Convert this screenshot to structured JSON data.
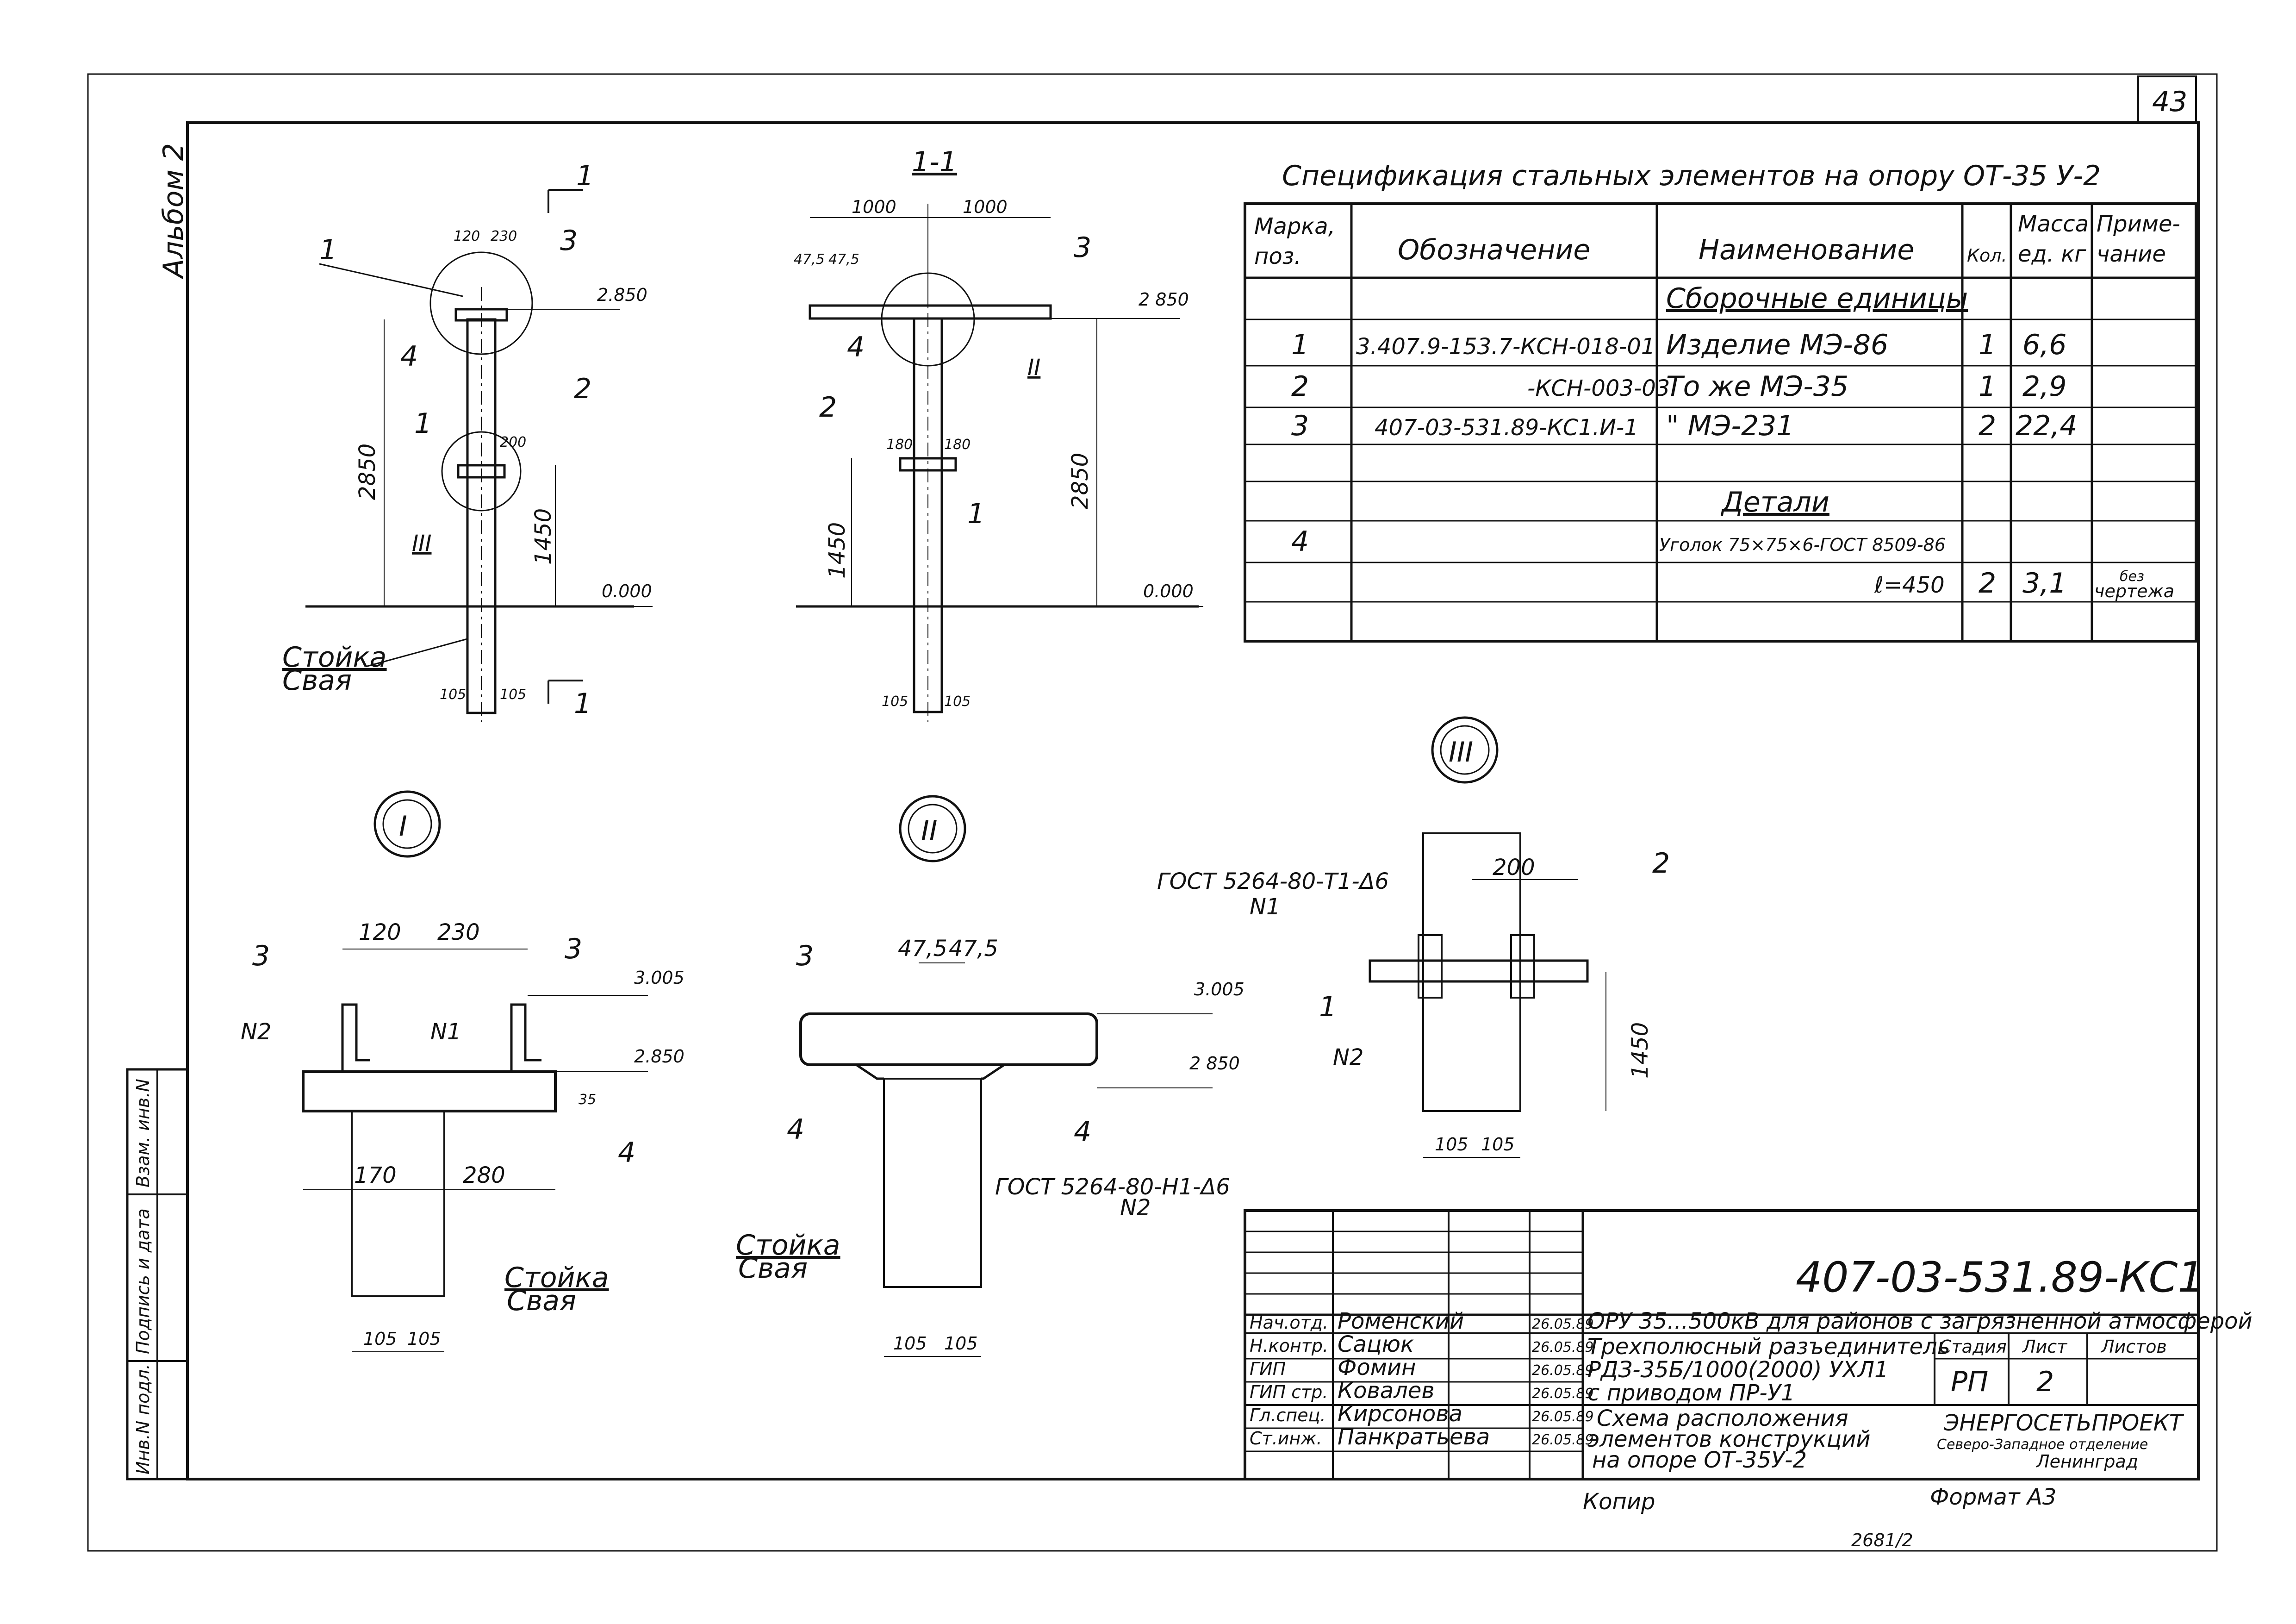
{
  "sheet_number": "43",
  "album": "Альбом 2",
  "bottom_note": "2681/2",
  "copy_label": "Копир",
  "format_label": "Формат A3",
  "left_stamp": [
    "Инв.N подл.",
    "Подпись и дата",
    "Взам. инв.N"
  ],
  "spec": {
    "title": "Спецификация стальных элементов на опору ОТ-35 У-2",
    "headers": {
      "mark1": "Марка,",
      "mark2": "поз.",
      "designation": "Обозначение",
      "name": "Наименование",
      "qty": "Кол.",
      "mass1": "Масса",
      "mass2": "ед. кг",
      "note1": "Приме-",
      "note2": "чание"
    },
    "section_assembly": "Сборочные единицы",
    "section_details": "Детали",
    "rows": [
      {
        "pos": "1",
        "designation": "3.407.9-153.7-КСН-018-01",
        "name": "Изделие   МЭ-86",
        "qty": "1",
        "mass": "6,6",
        "note": ""
      },
      {
        "pos": "2",
        "designation": "-КСН-003-03",
        "name": "То же     МЭ-35",
        "qty": "1",
        "mass": "2,9",
        "note": ""
      },
      {
        "pos": "3",
        "designation": "407-03-531.89-КС1.И-1",
        "name": "\"          МЭ-231",
        "qty": "2",
        "mass": "22,4",
        "note": ""
      },
      {
        "pos": "4",
        "designation": "",
        "name": "Уголок 75×75×6-ГОСТ 8509-86",
        "qty": "",
        "mass": "",
        "note": ""
      },
      {
        "pos": "",
        "designation": "",
        "name": "ℓ=450",
        "qty": "2",
        "mass": "3,1",
        "note1": "без",
        "note2": "чертежа"
      }
    ]
  },
  "views": {
    "cut_label": "1-1",
    "cut_mark": "1",
    "node1": "I",
    "node2": "II",
    "node3": "III",
    "post_label1": "Стойка",
    "post_label2": "Свая",
    "gost_weld_1": "ГОСТ 5264-80-Т1-Δ6",
    "gost_weld_1b": "N1",
    "gost_weld_2": "ГОСТ 5264-80-Н1-Δ6",
    "gost_weld_2b": "N2",
    "weld_n1": "N1",
    "weld_n2": "N2",
    "dims": {
      "d120": "120",
      "d230": "230",
      "d200": "200",
      "d2850": "2850",
      "d1450": "1450",
      "d105": "105",
      "d1000": "1000",
      "d47": "47,5",
      "d180": "180",
      "d170": "170",
      "d280": "280",
      "d35": "35",
      "e2850": "2.850",
      "e0": "0.000",
      "e3005": "3.005",
      "e2850b": "2 850"
    },
    "pos": {
      "p1": "1",
      "p2": "2",
      "p3": "3",
      "p4": "4"
    }
  },
  "title_block": {
    "code": "407-03-531.89-КС1",
    "project": "ОРУ 35...500кВ для районов с загрязненной атмосферой",
    "object1": "Трехполюсный разъединитель",
    "object2": "РДЗ-35Б/1000(2000) УХЛ1",
    "object3": "с приводом    ПР-У1",
    "drawing1": "Схема расположения",
    "drawing2": "элементов конструкций",
    "drawing3": "на опоре ОТ-35У-2",
    "stage_h": "Стадия",
    "sheet_h": "Лист",
    "sheets_h": "Листов",
    "stage": "РП",
    "sheet": "2",
    "sheets": "",
    "org1": "ЭНЕРГОСЕТЬПРОЕКТ",
    "org2": "Северо-Западное отделение",
    "org3": "Ленинград",
    "people": [
      {
        "role": "Нач.отд.",
        "name": "Роменский",
        "date": "26.05.89"
      },
      {
        "role": "Н.контр.",
        "name": "Сацюк",
        "date": "26.05.89"
      },
      {
        "role": "ГИП",
        "name": "Фомин",
        "date": "26.05.89"
      },
      {
        "role": "ГИП стр.",
        "name": "Ковалев",
        "date": "26.05.89"
      },
      {
        "role": "Гл.спец.",
        "name": "Кирсонова",
        "date": "26.05.89"
      },
      {
        "role": "Ст.инж.",
        "name": "Панкратьева",
        "date": "26.05.89"
      }
    ]
  }
}
